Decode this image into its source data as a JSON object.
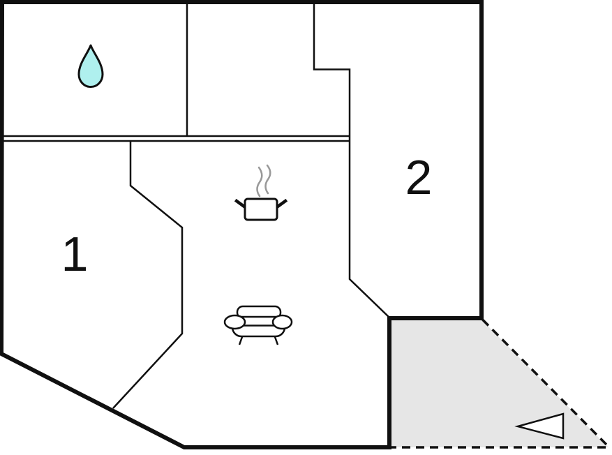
{
  "plan": {
    "type": "floor-plan",
    "rooms": [
      {
        "name": "bedroom-1",
        "label": "1"
      },
      {
        "name": "bedroom-2",
        "label": "2"
      }
    ],
    "icons": [
      "water-drop-icon",
      "cooking-pot-icon",
      "steam-icon",
      "sofa-icon",
      "entrance-arrow-icon"
    ]
  },
  "colors": {
    "wall": "#101010",
    "terrace_fill": "#e6e6e6",
    "drop_fill": "#aff0ee",
    "steam": "#999999",
    "icon_fill": "#ffffff"
  }
}
